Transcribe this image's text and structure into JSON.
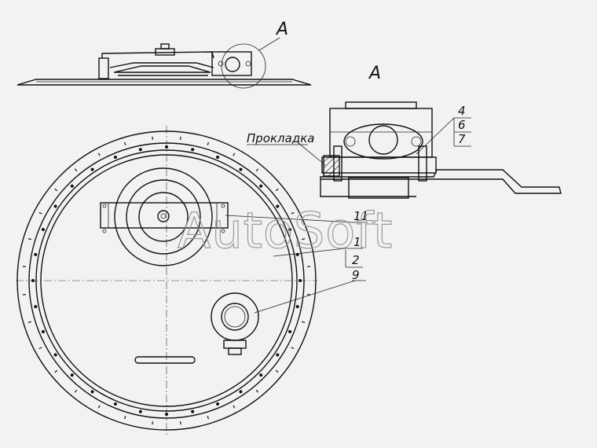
{
  "view_marker": "A",
  "detail_title": "A",
  "gasket_label": "Прокладка",
  "callouts": [
    "4",
    "6",
    "7",
    "11",
    "1",
    "2",
    "9"
  ],
  "watermark": "AutoSoft"
}
